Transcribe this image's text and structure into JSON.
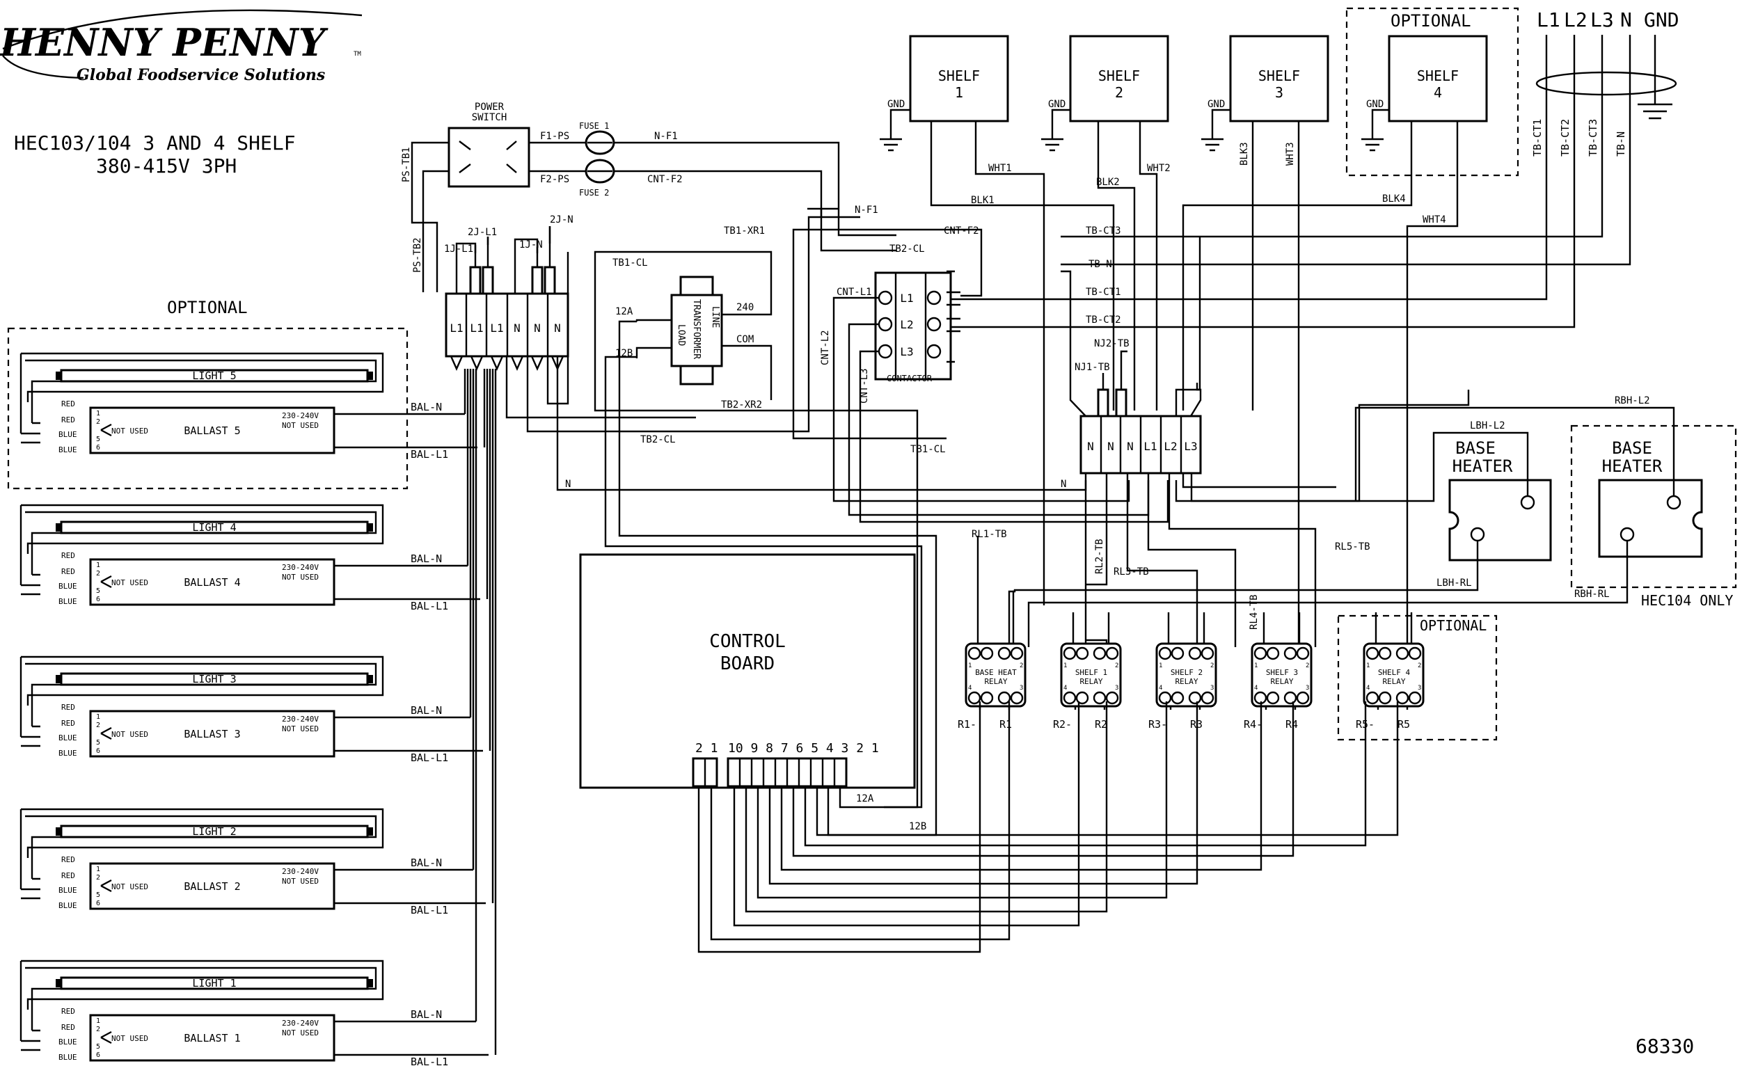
{
  "brand": {
    "name": "HENNY PENNY",
    "tagline": "Global Foodservice Solutions",
    "tm": "TM"
  },
  "title": {
    "line1": "HEC103/104 3 AND 4 SHELF",
    "line2": "380-415V 3PH"
  },
  "drawing_number": "68330",
  "supply": {
    "terminals": [
      "L1",
      "L2",
      "L3",
      "N",
      "GND"
    ],
    "wires": [
      "TB-CT1",
      "TB-CT2",
      "TB-CT3",
      "TB-N"
    ]
  },
  "power_switch": {
    "label1": "POWER",
    "label2": "SWITCH",
    "wires": [
      "PS-TB1",
      "PS-TB2"
    ]
  },
  "fuses": {
    "fuse1": "FUSE 1",
    "fuse2": "FUSE 2",
    "wires": [
      "F1-PS",
      "F2-PS",
      "N-F1",
      "CNT-F2"
    ]
  },
  "terminal_block_left": {
    "cells": [
      "L1",
      "L1",
      "L1",
      "N",
      "N",
      "N"
    ],
    "jumpers": [
      "1J-L1",
      "2J-L1",
      "1J-N",
      "2J-N"
    ]
  },
  "transformer": {
    "name": "TRANSFORMER",
    "load": "LOAD",
    "line": "LINE",
    "tap_240": "240",
    "tap_com": "COM",
    "wire_12a": "12A",
    "wire_12b": "12B",
    "xr1": "TB1-XR1",
    "xr2": "TB2-XR2"
  },
  "contactor": {
    "label": "CONTACTOR",
    "poles": [
      "L1",
      "L2",
      "L3"
    ],
    "wires": [
      "CNT-L1",
      "CNT-L2",
      "CNT-L3"
    ]
  },
  "wiring_labels": {
    "tb1_cl": "TB1-CL",
    "tb2_cl": "TB2-CL",
    "n_f1": "N-F1",
    "cnt_f2": "CNT-F2",
    "n": "N",
    "bal_n": "BAL-N",
    "bal_l1": "BAL-L1"
  },
  "shelves": [
    {
      "name": "SHELF",
      "num": "1",
      "gnd": "GND",
      "blk": "BLK1",
      "wht": "WHT1"
    },
    {
      "name": "SHELF",
      "num": "2",
      "gnd": "GND",
      "blk": "BLK2",
      "wht": "WHT2"
    },
    {
      "name": "SHELF",
      "num": "3",
      "gnd": "GND",
      "blk": "BLK3",
      "wht": "WHT3"
    },
    {
      "name": "SHELF",
      "num": "4",
      "gnd": "GND",
      "blk": "BLK4",
      "wht": "WHT4"
    }
  ],
  "optional_label": "OPTIONAL",
  "terminal_block_right": {
    "cells": [
      "N",
      "N",
      "N",
      "L1",
      "L2",
      "L3"
    ],
    "jumpers": [
      "NJ1-TB",
      "NJ2-TB"
    ]
  },
  "tb_wires": [
    "TB-CT3",
    "TB-N",
    "TB-CT1",
    "TB-CT2"
  ],
  "base_heaters": [
    {
      "line1": "BASE",
      "line2": "HEATER",
      "wire_top": "LBH-L2",
      "wire_bottom": "LBH-RL"
    },
    {
      "line1": "BASE",
      "line2": "HEATER",
      "wire_top": "RBH-L2",
      "wire_bottom": "RBH-RL"
    }
  ],
  "hec104_only": "HEC104 ONLY",
  "relays": [
    {
      "line1": "BASE HEAT",
      "line2": "RELAY",
      "neg": "R1-",
      "pos": "R1",
      "wire": "RL1-TB"
    },
    {
      "line1": "SHELF 1",
      "line2": "RELAY",
      "neg": "R2-",
      "pos": "R2",
      "wire": "RL2-TB"
    },
    {
      "line1": "SHELF 2",
      "line2": "RELAY",
      "neg": "R3-",
      "pos": "R3",
      "wire": "RL3-TB"
    },
    {
      "line1": "SHELF 3",
      "line2": "RELAY",
      "neg": "R4-",
      "pos": "R4",
      "wire": "RL4-TB"
    },
    {
      "line1": "SHELF 4",
      "line2": "RELAY",
      "neg": "R5-",
      "pos": "R5",
      "wire": "RL5-TB"
    }
  ],
  "relay_pins": {
    "p1": "1",
    "p2": "2",
    "p3": "3",
    "p4": "4"
  },
  "control_board": {
    "line1": "CONTROL",
    "line2": "BOARD",
    "conn_small": "2 1",
    "conn_large": "10 9 8 7 6 5 4 3 2 1",
    "w12a": "12A",
    "w12b": "12B"
  },
  "lights": [
    {
      "light": "LIGHT 5",
      "ballast": "BALLAST 5"
    },
    {
      "light": "LIGHT 4",
      "ballast": "BALLAST 4"
    },
    {
      "light": "LIGHT 3",
      "ballast": "BALLAST 3"
    },
    {
      "light": "LIGHT 2",
      "ballast": "BALLAST 2"
    },
    {
      "light": "LIGHT 1",
      "ballast": "BALLAST 1"
    }
  ],
  "ballast_pins": {
    "red": "RED",
    "blue": "BLUE",
    "not_used": "NOT USED",
    "voltage": "230-240V",
    "p1": "1",
    "p2": "2",
    "p5": "5",
    "p6": "6"
  }
}
